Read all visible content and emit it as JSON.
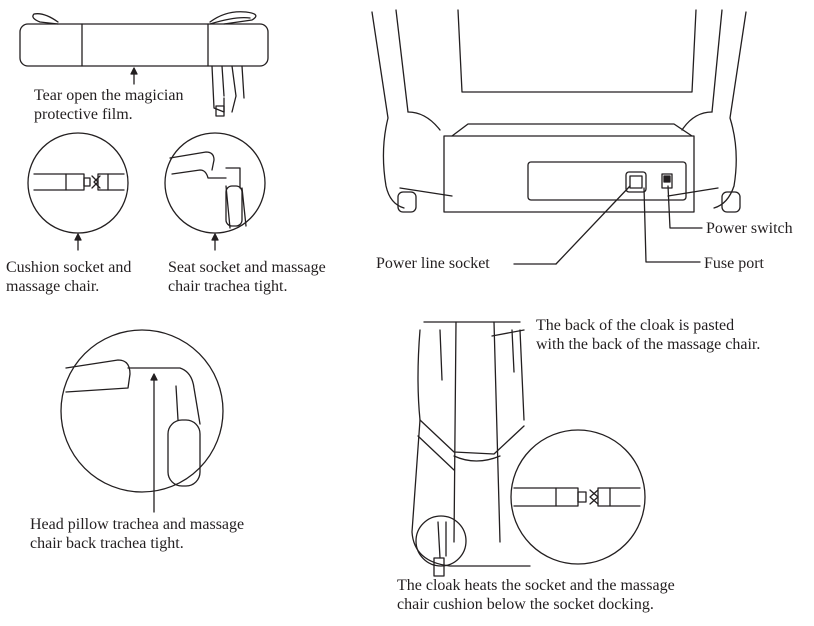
{
  "captions": {
    "tear_film": [
      "Tear open the magician",
      "protective film."
    ],
    "cushion_socket": [
      "Cushion socket and",
      "massage chair."
    ],
    "seat_socket": [
      "Seat socket and massage",
      "chair trachea tight."
    ],
    "head_pillow": [
      "Head pillow trachea and massage",
      "chair back trachea tight."
    ],
    "cloak_back": [
      "The back of the cloak is pasted",
      "with the back of the massage chair."
    ],
    "cloak_heat": [
      "The cloak heats the socket and the massage",
      "chair cushion below the socket docking."
    ]
  },
  "callouts": {
    "power_line_socket": "Power line socket",
    "power_switch": "Power switch",
    "fuse_port": "Fuse port"
  },
  "colors": {
    "line": "#231f20",
    "background": "#ffffff"
  }
}
